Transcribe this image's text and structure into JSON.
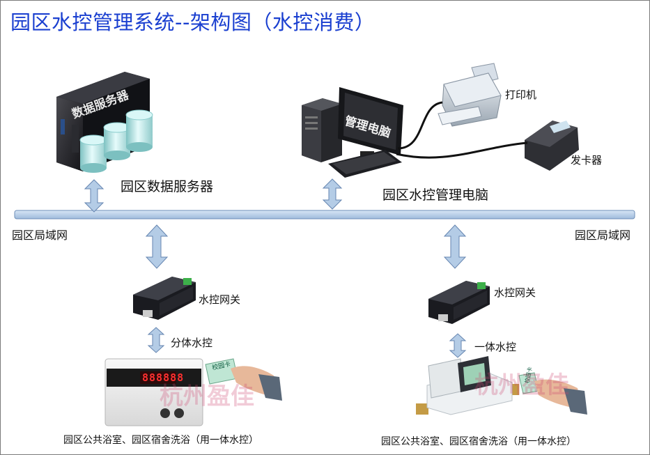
{
  "title": "园区水控管理系统--架构图（水控消费）",
  "server": {
    "label": "园区数据服务器",
    "device_text": "数据服务器"
  },
  "pc": {
    "label": "园区水控管理电脑",
    "screen_text": "管理电脑"
  },
  "printer": {
    "label": "打印机"
  },
  "card_issuer": {
    "label": "发卡器"
  },
  "network": {
    "left_label": "园区局域网",
    "right_label": "园区局域网"
  },
  "gateway_left": {
    "label": "水控网关"
  },
  "gateway_right": {
    "label": "水控网关"
  },
  "link_left": {
    "label": "分体水控"
  },
  "link_right": {
    "label": "一体水控"
  },
  "device_left": {
    "display": "888888",
    "caption": "园区公共浴室、园区宿舍洗浴（用一体水控）",
    "watermark": "杭州盈佳",
    "card_text": "校园卡"
  },
  "device_right": {
    "caption": "园区公共浴室、园区宿舍洗浴（用一体水控）",
    "watermark": "杭州盈佳",
    "card_text": "校园卡"
  },
  "colors": {
    "title": "#1a3fd0",
    "bus": "#b8d0ea",
    "bus_border": "#6e8fb8",
    "arrow_fill": "#b4cce6",
    "arrow_stroke": "#6585b0"
  }
}
